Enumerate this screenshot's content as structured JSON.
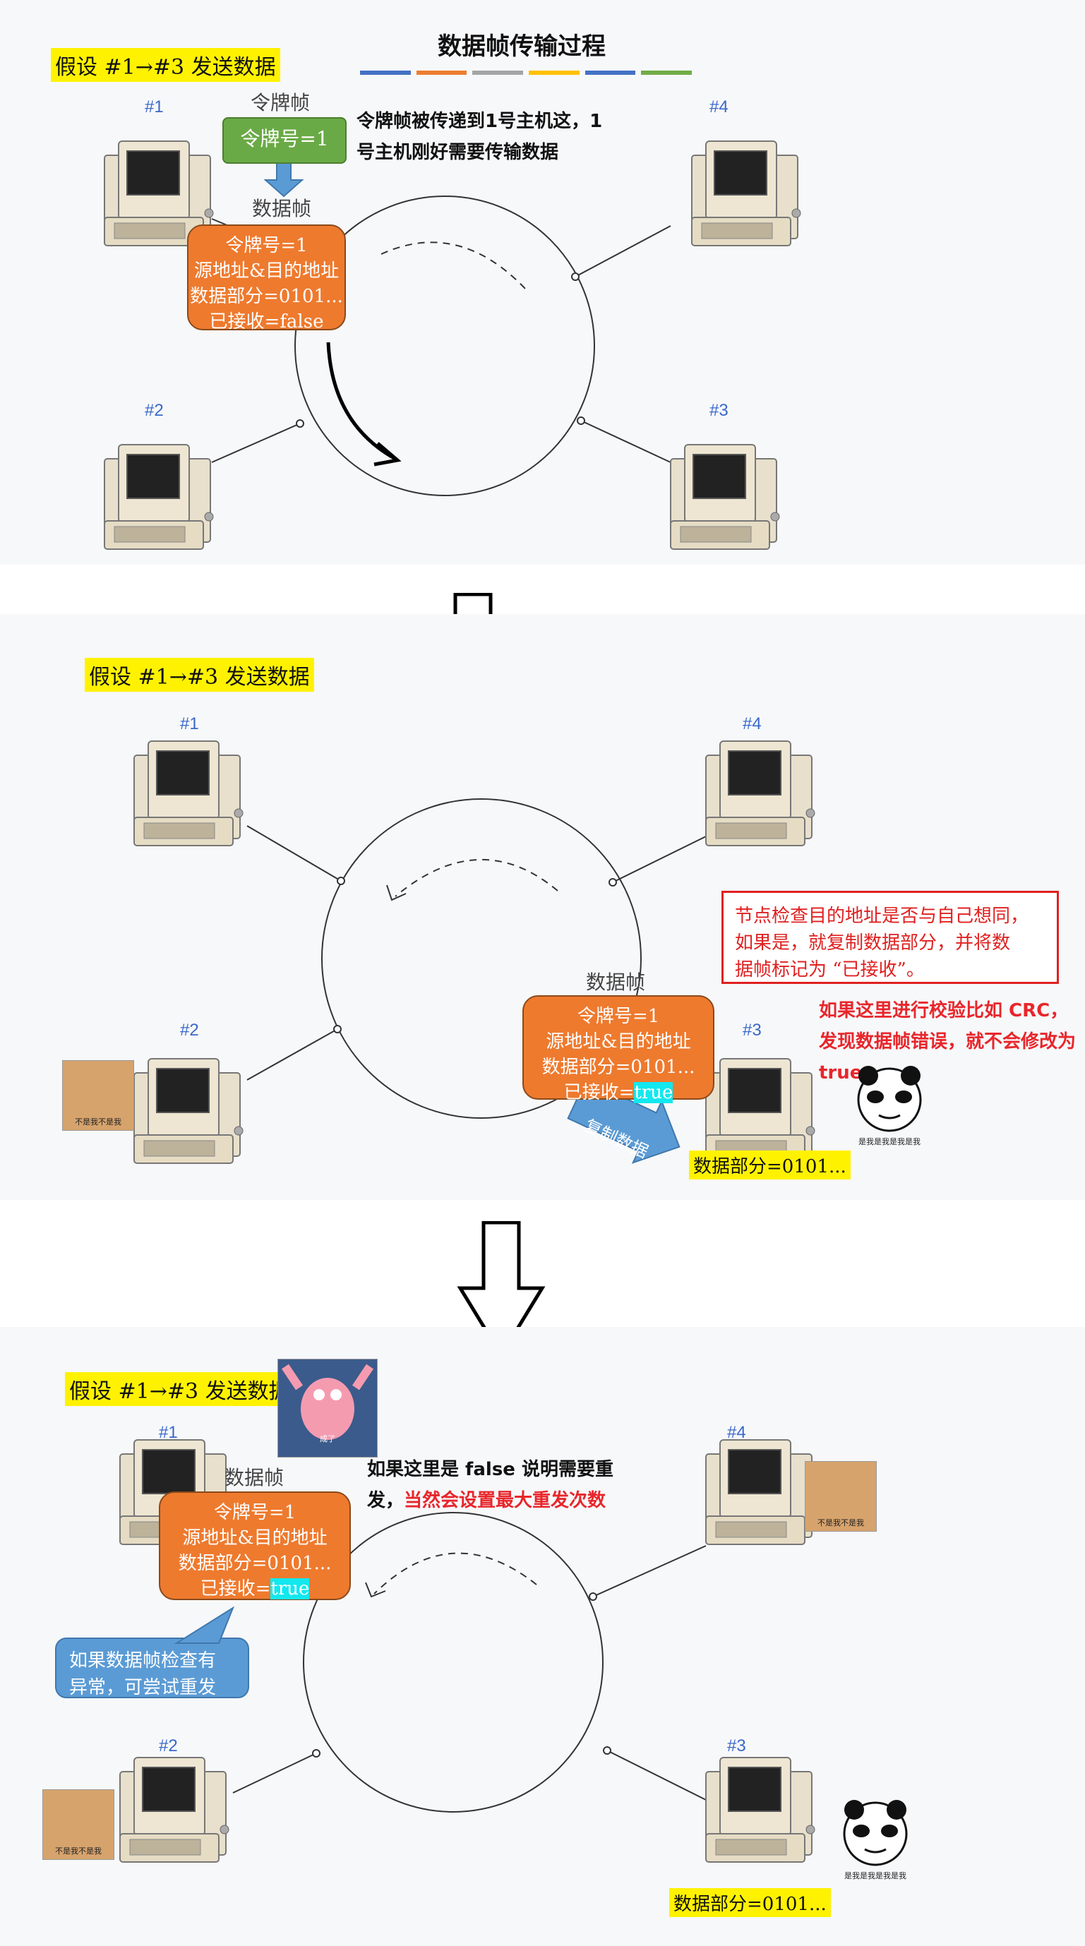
{
  "title": "数据帧传输过程",
  "title_bar_colors": [
    "#4472c4",
    "#ed7d31",
    "#a5a5a5",
    "#ffc000",
    "#4472c4",
    "#70ad47"
  ],
  "assume_label": "假设 #1→#3 发送数据",
  "hosts": {
    "h1": "#1",
    "h2": "#2",
    "h3": "#3",
    "h4": "#4"
  },
  "token_frame": {
    "caption": "令牌帧",
    "text": "令牌号=1"
  },
  "data_frame_caption": "数据帧",
  "frame": {
    "token": "令牌号=1",
    "addr": "源地址&目的地址",
    "data": "数据部分=0101...",
    "recv_label": "已接收=",
    "recv_false": "false",
    "recv_true": "true"
  },
  "panel1_note": [
    "令牌帧被传递到1号主机这，1",
    "号主机刚好需要传输数据"
  ],
  "panel2_box": [
    "节点检查目的地址是否与自己想同，",
    "如果是，就复制数据部分，并将数",
    "据帧标记为 “已接收”。"
  ],
  "panel2_note": [
    "如果这里进行校验比如 CRC，",
    "发现数据帧错误，就不会修改为",
    "true"
  ],
  "copy_label": "复制数据",
  "copied_data": "数据部分=0101...",
  "panel3_note_a": "如果这里是 false 说明需要重",
  "panel3_note_b1": "发，",
  "panel3_note_b2": "当然会设置最大重发次数",
  "panel3_bubble": [
    "如果数据帧检查有",
    "异常，可尝试重发"
  ],
  "meme_captions": {
    "doge": "不是我不是我",
    "panda": "是我是我是我是我",
    "star": "成了"
  },
  "icons": [
    "computer-icon",
    "down-arrow-icon",
    "curved-arrow-icon",
    "dashed-rotation-icon"
  ]
}
